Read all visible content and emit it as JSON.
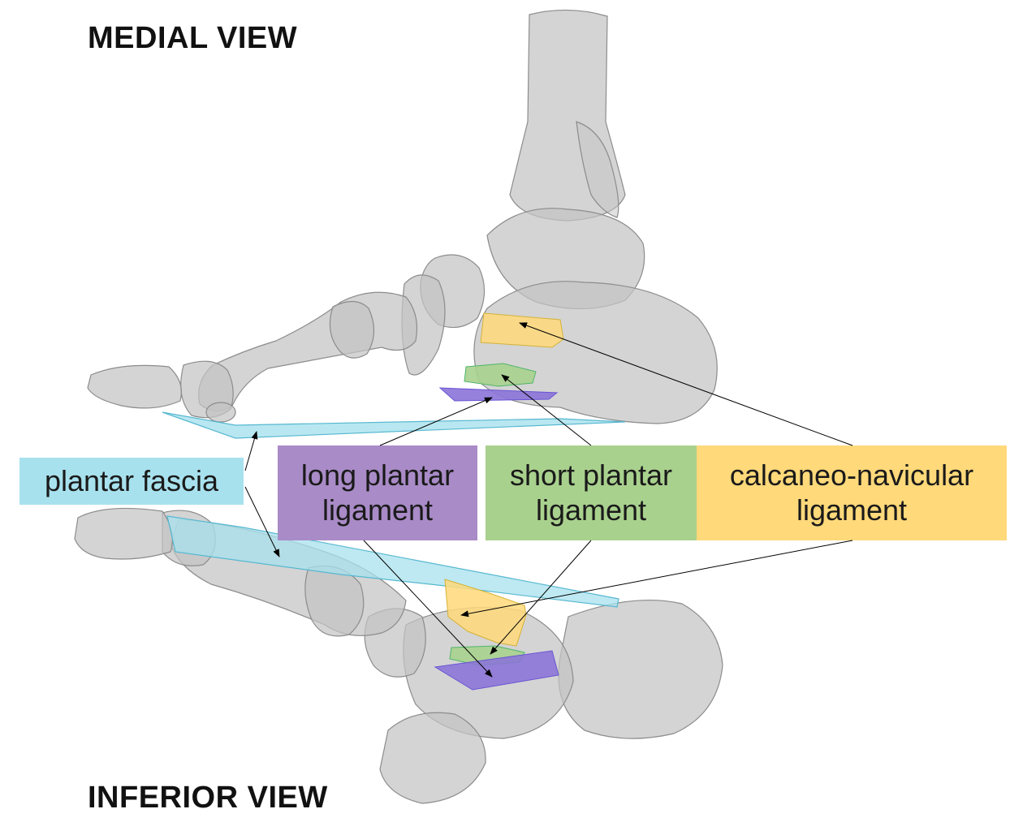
{
  "titles": {
    "medial": "MEDIAL VIEW",
    "inferior": "INFERIOR VIEW"
  },
  "labels": {
    "plantar_fascia": "plantar fascia",
    "long_plantar_line1": "long plantar",
    "long_plantar_line2": "ligament",
    "short_plantar_line1": "short plantar",
    "short_plantar_line2": "ligament",
    "calcaneo_navicular_line1": "calcaneo-navicular",
    "calcaneo_navicular_line2": "ligament"
  },
  "colors": {
    "bone": "#bdbdbd",
    "bone_stroke": "#8c8c8c",
    "plantar_fascia": "#a8e1ee",
    "long_plantar": "#a98bc7",
    "long_plantar_mesh": "#6a55d4",
    "short_plantar": "#a9d18e",
    "short_plantar_mesh": "#4fb56a",
    "calcaneo_navicular": "#ffd97a",
    "calcaneo_navicular_mesh": "#e0c040",
    "arrow": "#000000"
  }
}
